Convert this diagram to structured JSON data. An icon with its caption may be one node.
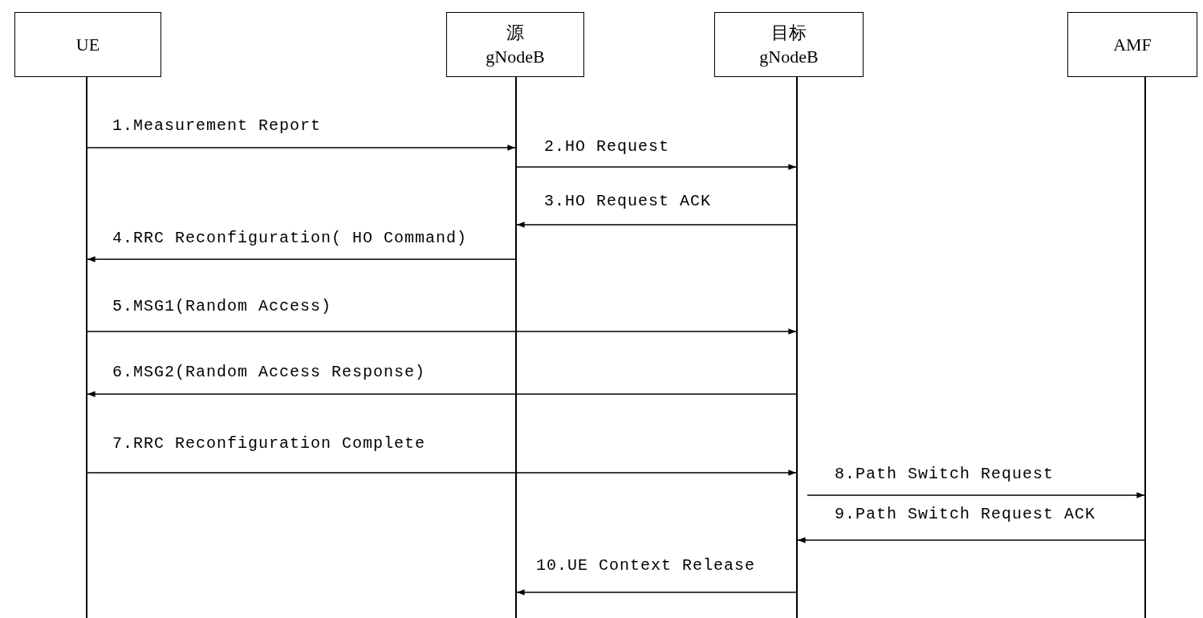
{
  "diagram": {
    "nodes": [
      {
        "text": [
          "UE"
        ]
      },
      {
        "text": [
          "源",
          "gNodeB"
        ]
      },
      {
        "text": [
          "目标",
          "gNodeB"
        ]
      },
      {
        "text": [
          "AMF"
        ]
      },
      {
        "text": [],
        "shape": "bar"
      },
      {
        "text": [],
        "shape": "bar"
      },
      {
        "text": [],
        "shape": "bar"
      },
      {
        "text": [],
        "shape": "bar"
      }
    ],
    "edges": [
      {
        "from": 4,
        "to": 5,
        "arrow": "to",
        "label": "1.Measurement Report"
      },
      {
        "from": 5,
        "to": 6,
        "arrow": "to",
        "label": "2.HO Request"
      },
      {
        "from": 6,
        "to": 5,
        "arrow": "to",
        "label": "3.HO Request ACK"
      },
      {
        "from": 5,
        "to": 4,
        "arrow": "to",
        "label": "4.RRC Reconfiguration( HO Command)"
      },
      {
        "from": 4,
        "to": 6,
        "arrow": "to",
        "label": "5.MSG1(Random Access)"
      },
      {
        "from": 6,
        "to": 4,
        "arrow": "to",
        "label": "6.MSG2(Random Access Response)"
      },
      {
        "from": 4,
        "to": 6,
        "arrow": "to",
        "label": "7.RRC Reconfiguration Complete"
      },
      {
        "from": 6,
        "to": 7,
        "arrow": "to",
        "label": "8.Path Switch Request"
      },
      {
        "from": 7,
        "to": 6,
        "arrow": "to",
        "label": "9.Path Switch Request ACK"
      },
      {
        "from": 6,
        "to": 5,
        "arrow": "to",
        "label": "10.UE Context Release"
      }
    ]
  }
}
